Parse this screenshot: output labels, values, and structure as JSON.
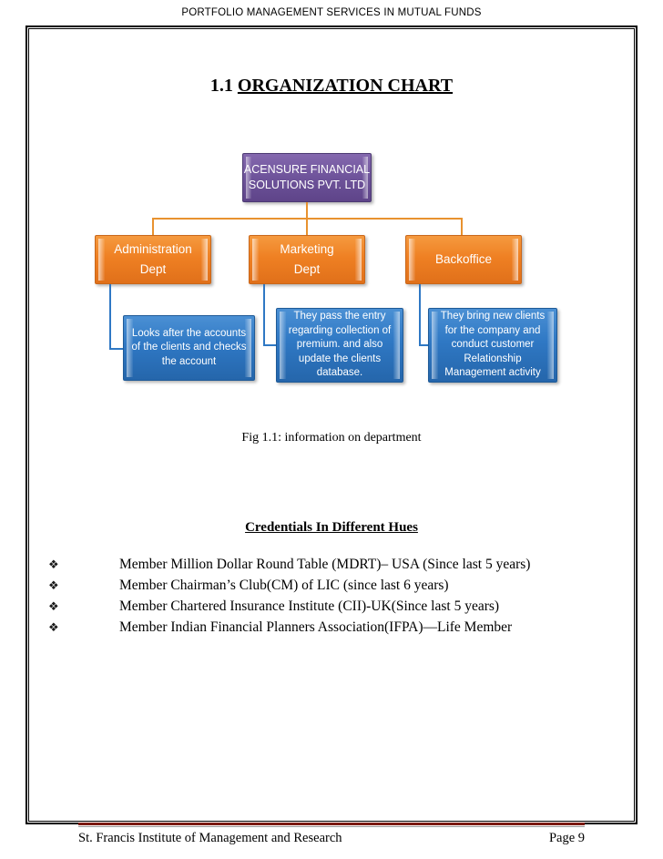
{
  "header": {
    "running_title": "PORTFOLIO MANAGEMENT SERVICES IN MUTUAL FUNDS"
  },
  "section": {
    "number": "1.1",
    "title": "ORGANIZATION CHART"
  },
  "orgchart": {
    "root": {
      "line1": "ACENSURE FINANCIAL",
      "line2": "SOLUTIONS PVT. LTD",
      "color": "#6f549b"
    },
    "departments": [
      {
        "line1": "Administration",
        "line2": "Dept",
        "color": "#ef8023"
      },
      {
        "line1": "Marketing",
        "line2": "Dept",
        "color": "#ef8023"
      },
      {
        "line1": "Backoffice",
        "line2": "",
        "color": "#ef8023"
      }
    ],
    "descriptions": [
      {
        "text": "Looks after  the accounts of the clients and checks the account",
        "color": "#2f78c4"
      },
      {
        "text": "They pass the entry regarding collection of premium. and also update the clients database.",
        "color": "#2f78c4"
      },
      {
        "text": "They bring new clients for the company and conduct customer Relationship Management activity",
        "color": "#2f78c4"
      }
    ],
    "connector_colors": {
      "top": "#e8922f",
      "bottom": "#2f78c4"
    }
  },
  "figure_caption": "Fig 1.1: information on department",
  "credentials": {
    "heading": "Credentials In Different Hues",
    "bullet_glyph": "❖",
    "items": [
      "Member Million Dollar Round Table (MDRT)– USA (Since last 5 years)",
      "Member Chairman’s Club(CM) of LIC (since last 6 years)",
      "Member Chartered Insurance Institute (CII)-UK(Since last 5 years)",
      "Member Indian Financial Planners Association(IFPA)—Life Member"
    ]
  },
  "footer": {
    "institute": "St. Francis Institute of Management and Research",
    "page_label": "Page 9",
    "rule_color": "#7b1a12"
  }
}
